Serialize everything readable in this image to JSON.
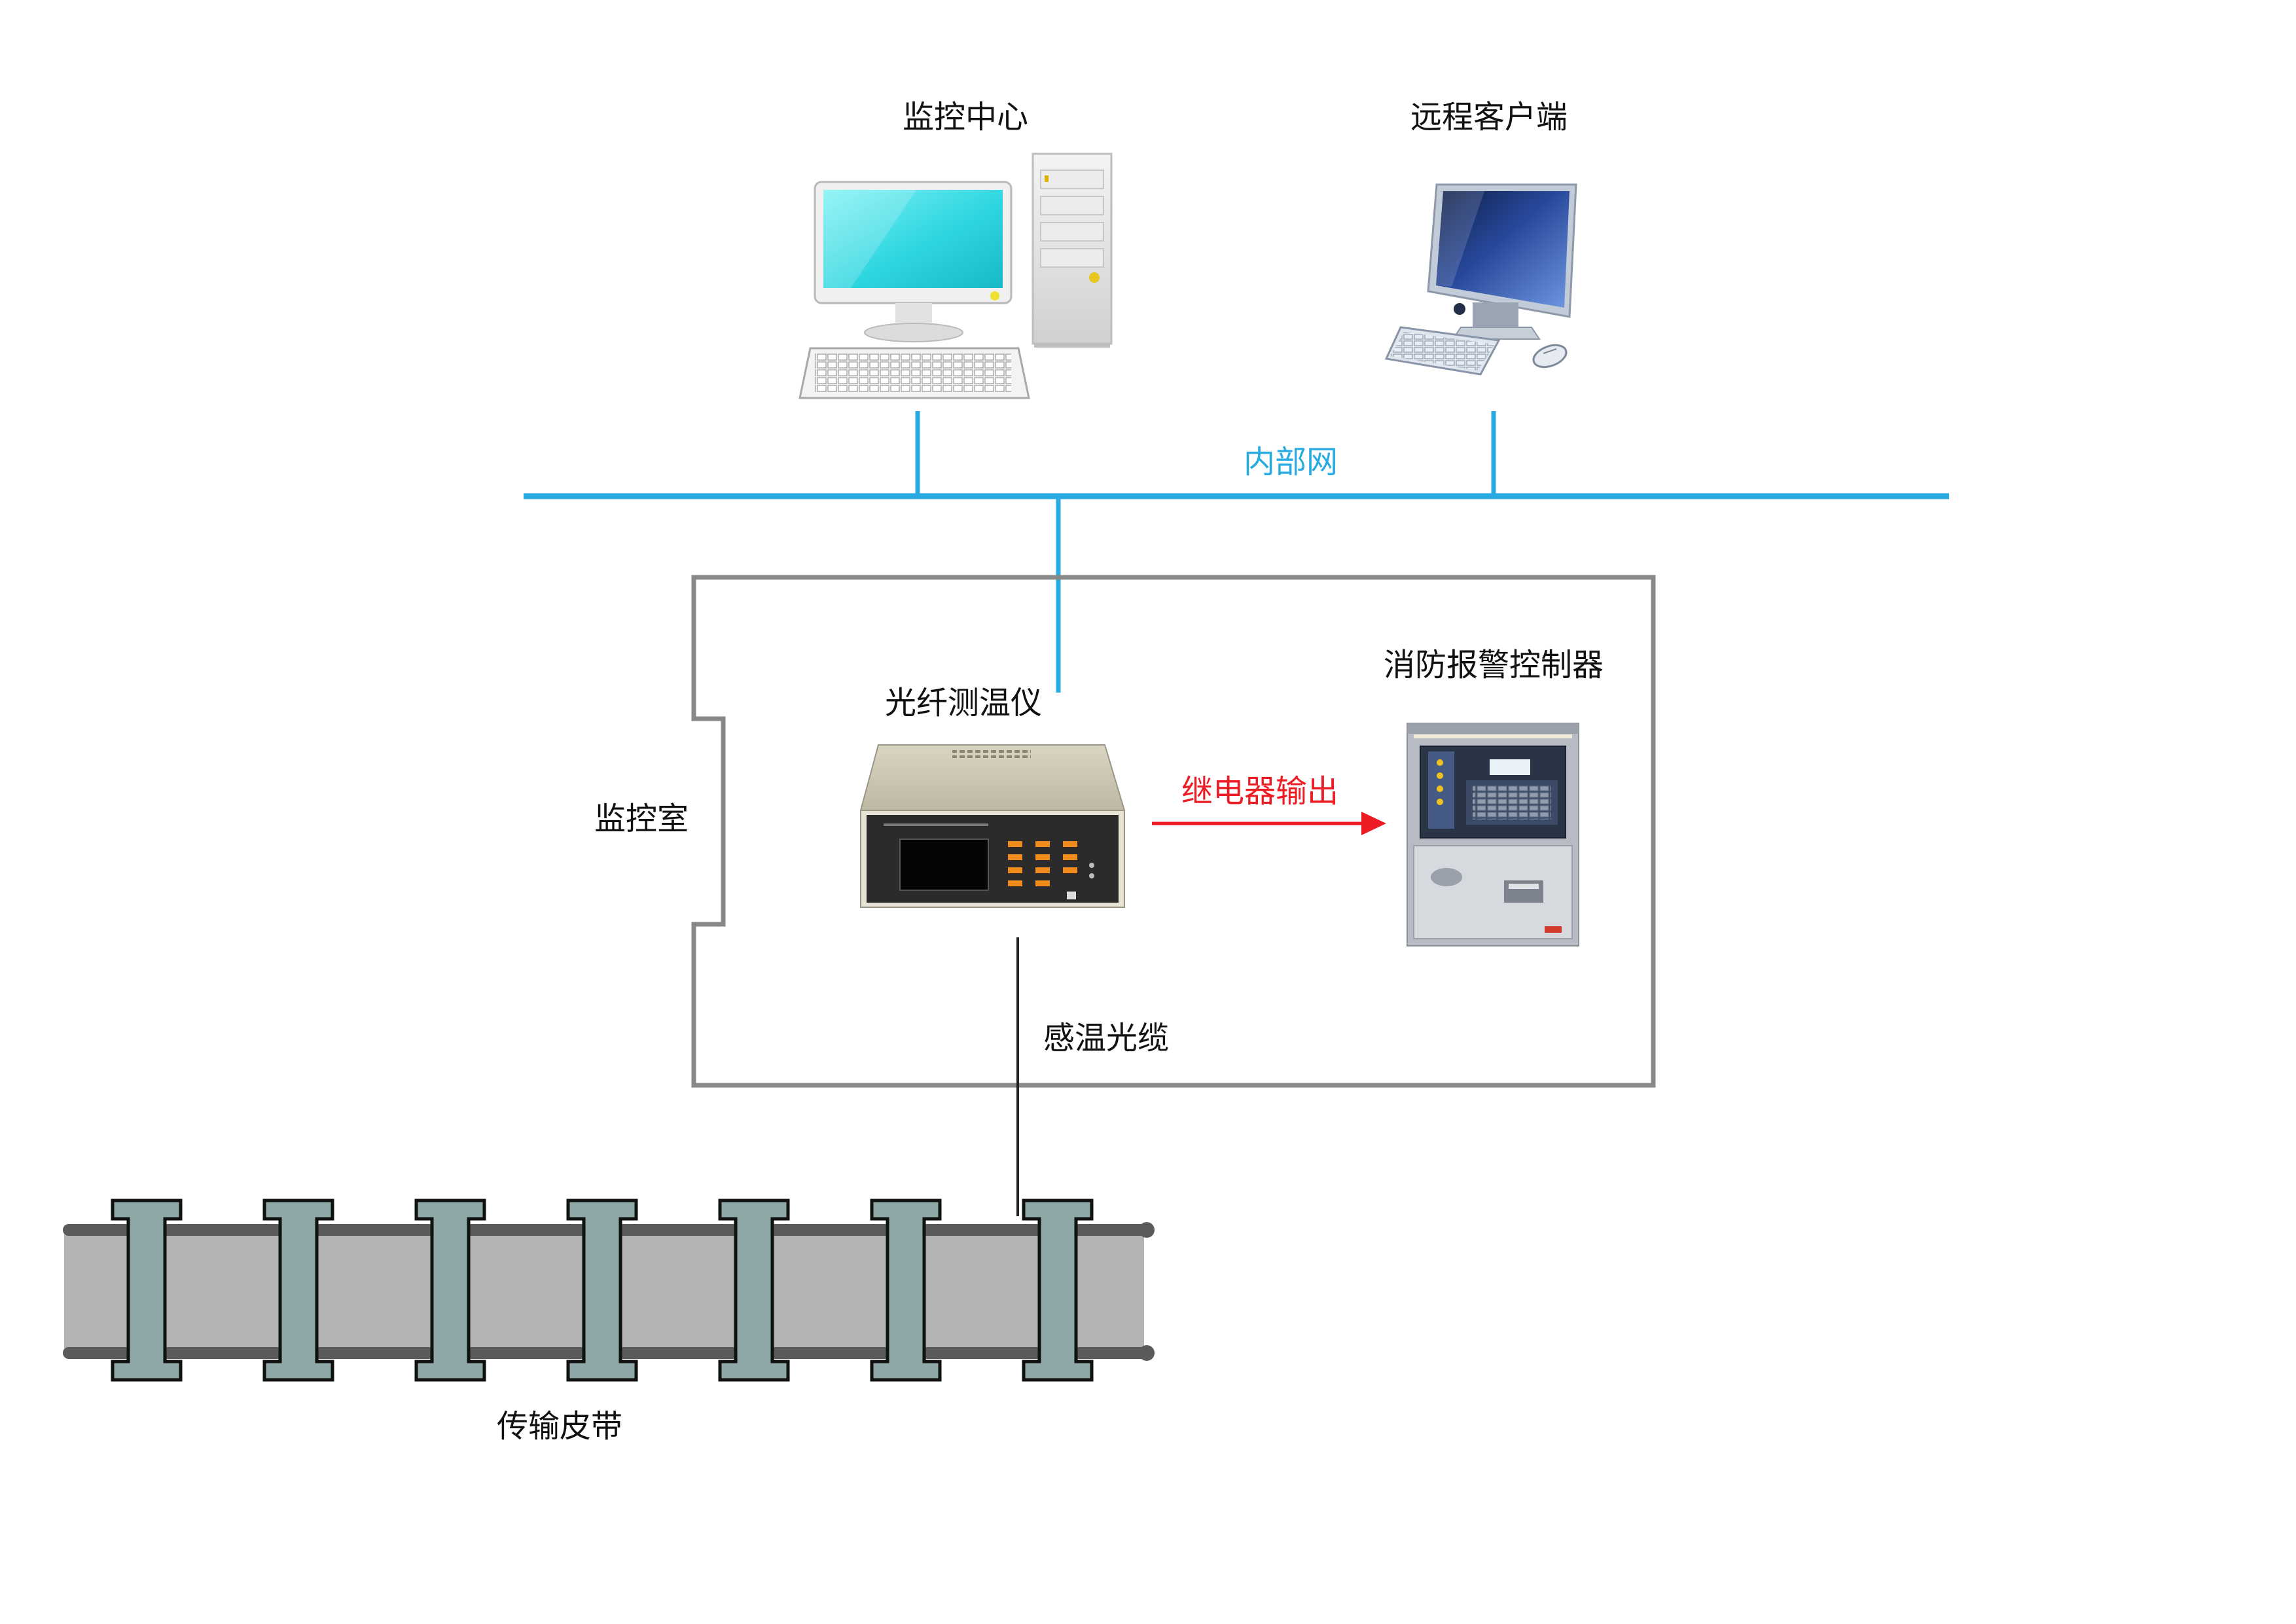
{
  "labels": {
    "monitoring_center": "监控中心",
    "remote_client": "远程客户端",
    "internal_network": "内部网",
    "fiber_thermometer": "光纤测温仪",
    "fire_alarm_controller": "消防报警控制器",
    "relay_output": "继电器输出",
    "monitoring_room": "监控室",
    "sensing_cable": "感温光缆",
    "conveyor_belt": "传输皮带"
  },
  "colors": {
    "network": "#29abe2",
    "relay": "#ed1c24",
    "room_border": "#888888",
    "belt": "#b3b3b3",
    "belt_edge": "#5a5a5a",
    "roller": "#8ea8a8"
  }
}
